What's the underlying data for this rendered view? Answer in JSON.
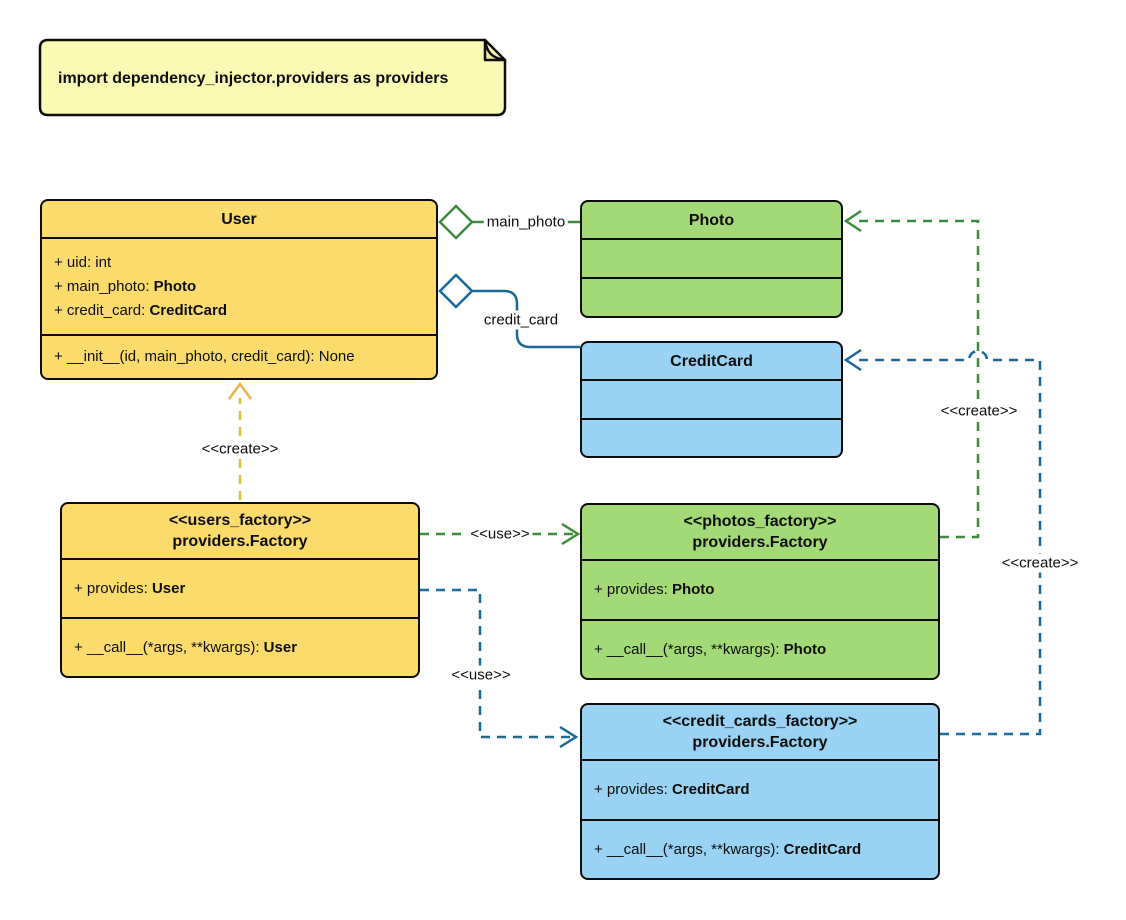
{
  "note": {
    "text": "import dependency_injector.providers as providers"
  },
  "classes": {
    "user": {
      "title": "User",
      "members": [
        {
          "prefix": "+ uid: int",
          "type": ""
        },
        {
          "prefix": "+ main_photo: ",
          "type": "Photo"
        },
        {
          "prefix": "+ credit_card: ",
          "type": "CreditCard"
        }
      ],
      "methods": [
        {
          "prefix": "+ __init__(id, main_photo, credit_card): None",
          "type": ""
        }
      ]
    },
    "photo": {
      "title": "Photo"
    },
    "credit_card": {
      "title": "CreditCard"
    },
    "users_factory": {
      "stereotype": "<<users_factory>>",
      "title": "providers.Factory",
      "members": [
        {
          "prefix": "+ provides: ",
          "type": "User"
        }
      ],
      "methods": [
        {
          "prefix": "+ __call__(*args, **kwargs): ",
          "type": "User"
        }
      ]
    },
    "photos_factory": {
      "stereotype": "<<photos_factory>>",
      "title": "providers.Factory",
      "members": [
        {
          "prefix": "+ provides: ",
          "type": "Photo"
        }
      ],
      "methods": [
        {
          "prefix": "+ __call__(*args, **kwargs): ",
          "type": "Photo"
        }
      ]
    },
    "credit_cards_factory": {
      "stereotype": "<<credit_cards_factory>>",
      "title": "providers.Factory",
      "members": [
        {
          "prefix": "+ provides: ",
          "type": "CreditCard"
        }
      ],
      "methods": [
        {
          "prefix": "+ __call__(*args, **kwargs): ",
          "type": "CreditCard"
        }
      ]
    }
  },
  "edges": {
    "main_photo": {
      "label": "main_photo"
    },
    "credit_card": {
      "label": "credit_card"
    },
    "create_user": {
      "label": "<<create>>"
    },
    "use_photos": {
      "label": "<<use>>"
    },
    "use_credit_cards": {
      "label": "<<use>>"
    },
    "create_photo": {
      "label": "<<create>>"
    },
    "create_credit_card": {
      "label": "<<create>>"
    }
  },
  "colors": {
    "class_yellow": "#fcdb6d",
    "class_green": "#a3d977",
    "class_blue": "#99d2f2",
    "note_fill": "#fafab4",
    "note_fold": "#e8e89e",
    "edge_green": "#3d8b3d",
    "edge_blue": "#19699c",
    "edge_gold": "#eab545",
    "border": "#0d0d0d"
  }
}
